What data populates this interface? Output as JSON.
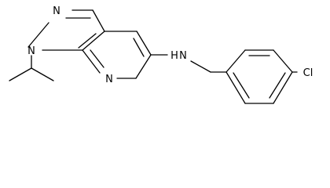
{
  "molecule": {
    "atoms": {
      "n_pyrazole_top": "N",
      "n_pyrazole_substituted": "N",
      "n_pyridine": "N",
      "amine_n": "N",
      "amine_h": "H",
      "chlorine": "Cl"
    },
    "colors": {
      "bond": "#000000",
      "label": "#000000",
      "background": "#ffffff"
    }
  }
}
